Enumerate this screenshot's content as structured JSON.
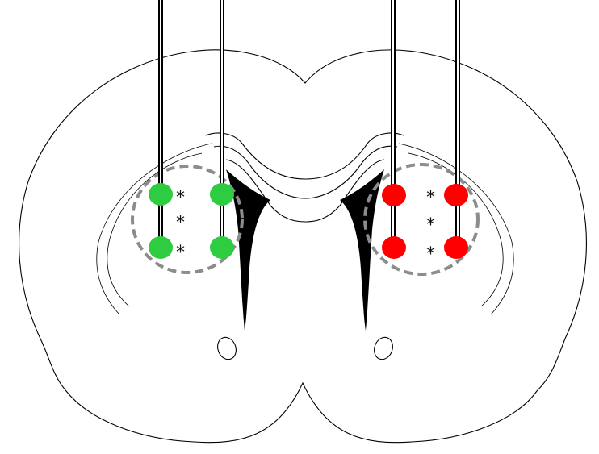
{
  "figure": {
    "left_group": {
      "dot_color": "#2ecc40",
      "dot_count": 4,
      "electrode_count": 2
    },
    "right_group": {
      "dot_color": "#ff0000",
      "dot_count": 4,
      "electrode_count": 2
    },
    "ring_color": "#8c8c8c",
    "markers": {
      "symbol": "*",
      "count_per_side": 3
    },
    "icons": [
      "brain-section-outline",
      "electrode-icon",
      "recording-site-dot",
      "significance-asterisk"
    ]
  }
}
